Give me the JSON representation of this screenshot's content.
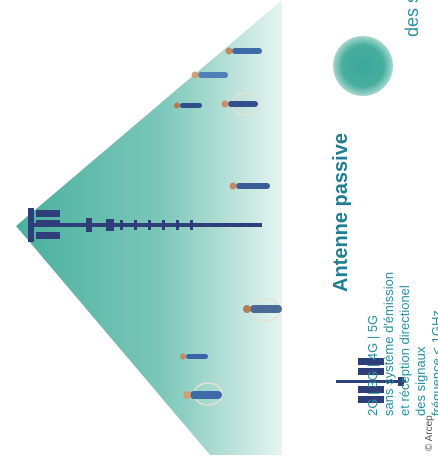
{
  "caption_top": "des signaux vers les",
  "legend": {
    "title": "Antenne passive",
    "lines": [
      "2G | 3G | 4G | 5G",
      "sans système d'émission",
      "et réception directionel",
      "des signaux",
      "fréquence < 1GHz"
    ]
  },
  "copyright": "© Arcep",
  "colors": {
    "teal": "#3aa79a",
    "teal_light": "#bfe2dc",
    "text": "#2f8f9e",
    "antenna": "#2d3e78"
  },
  "icons": [
    "antenna-icon",
    "person-icon",
    "signal-circle-icon"
  ]
}
